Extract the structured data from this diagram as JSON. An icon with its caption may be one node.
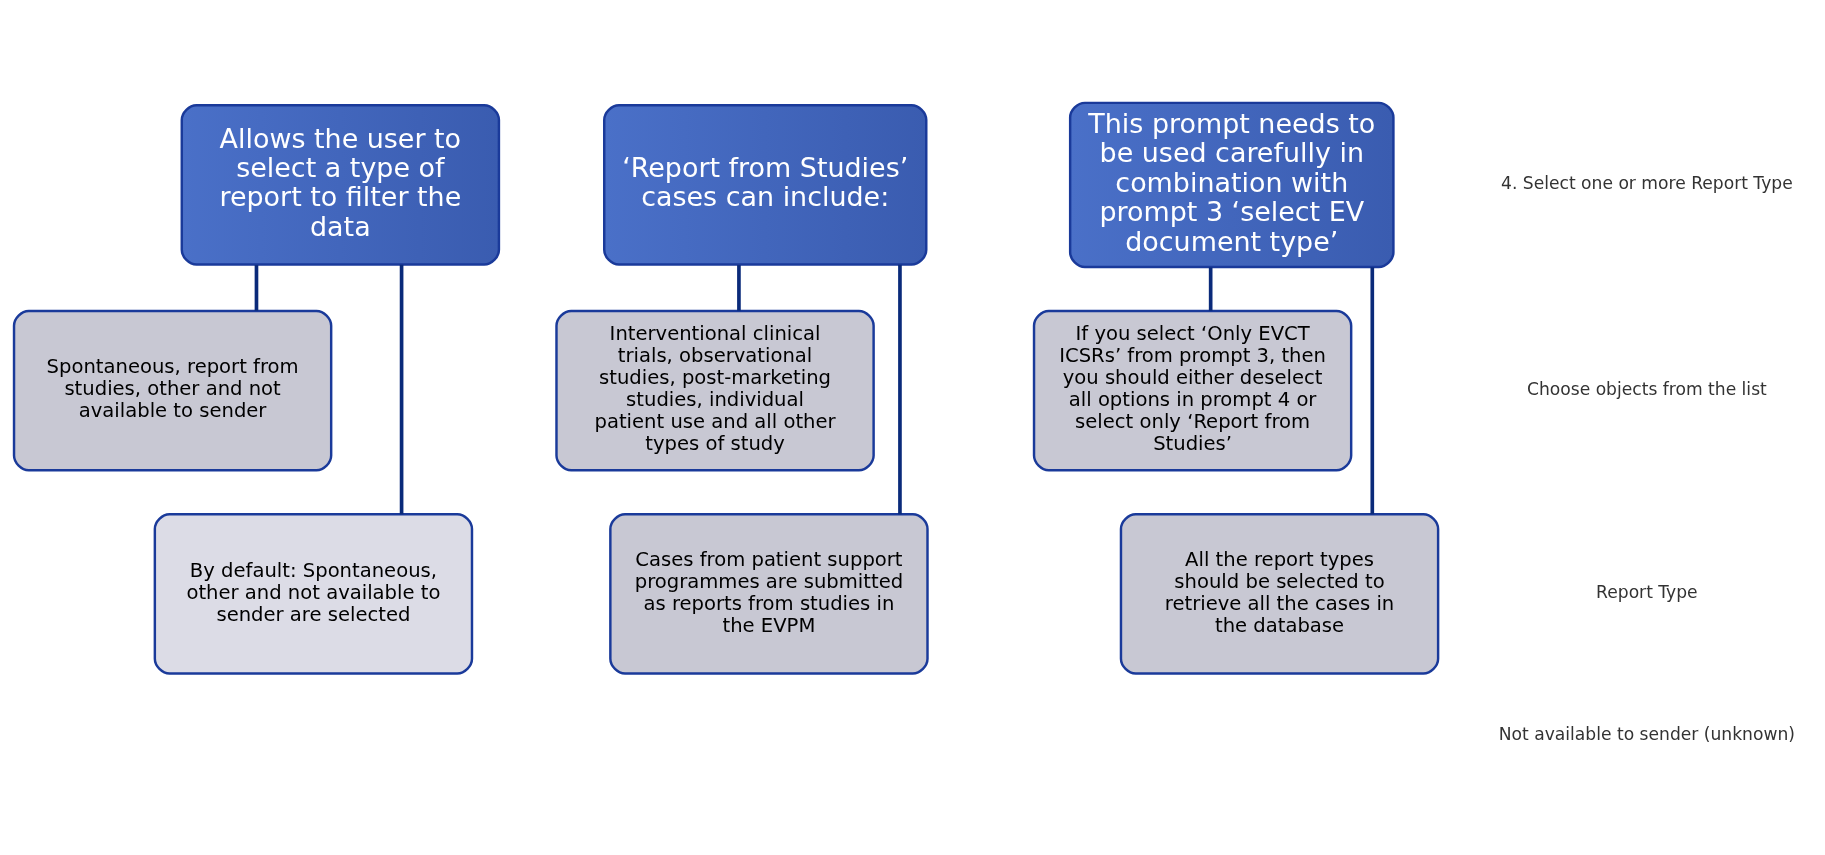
{
  "diagram": {
    "nodes": [
      {
        "text": [
          "Allows the user to select a type of report to filter the data"
        ]
      },
      {
        "text": [
          "Spontaneous, report from studies, other and not available to sender"
        ]
      },
      {
        "text": [
          "By default: Spontaneous, other and not available to sender are selected"
        ]
      },
      {
        "text": [
          "‘Report from Studies’ cases can include:"
        ]
      },
      {
        "text": [
          "Interventional clinical trials, observational studies, post-marketing studies, individual patient use and all other types of study"
        ]
      },
      {
        "text": [
          "Cases from patient support programmes are submitted as reports from studies in the EVPM"
        ]
      },
      {
        "text": [
          "This prompt needs to be used carefully in combination with prompt 3 ‘select EV document type’"
        ]
      },
      {
        "text": [
          "If you select ‘Only EVCT ICSRs’ from prompt 3, then you should either deselect all options in prompt 4 or select only ‘Report from Studies’"
        ]
      },
      {
        "text": [
          "All the report types should be selected to retrieve all the cases in the database"
        ]
      }
    ],
    "edges": [
      {
        "from": 0,
        "to": 1,
        "arrow": "none"
      },
      {
        "from": 0,
        "to": 2,
        "arrow": "none"
      },
      {
        "from": 3,
        "to": 4,
        "arrow": "none"
      },
      {
        "from": 3,
        "to": 5,
        "arrow": "none"
      },
      {
        "from": 6,
        "to": 7,
        "arrow": "none"
      },
      {
        "from": 6,
        "to": 8,
        "arrow": "none"
      }
    ],
    "labels": [
      "4. Select one or more Report Type",
      "Choose objects from the list",
      "Report Type",
      "Not available to sender (unknown)"
    ]
  }
}
